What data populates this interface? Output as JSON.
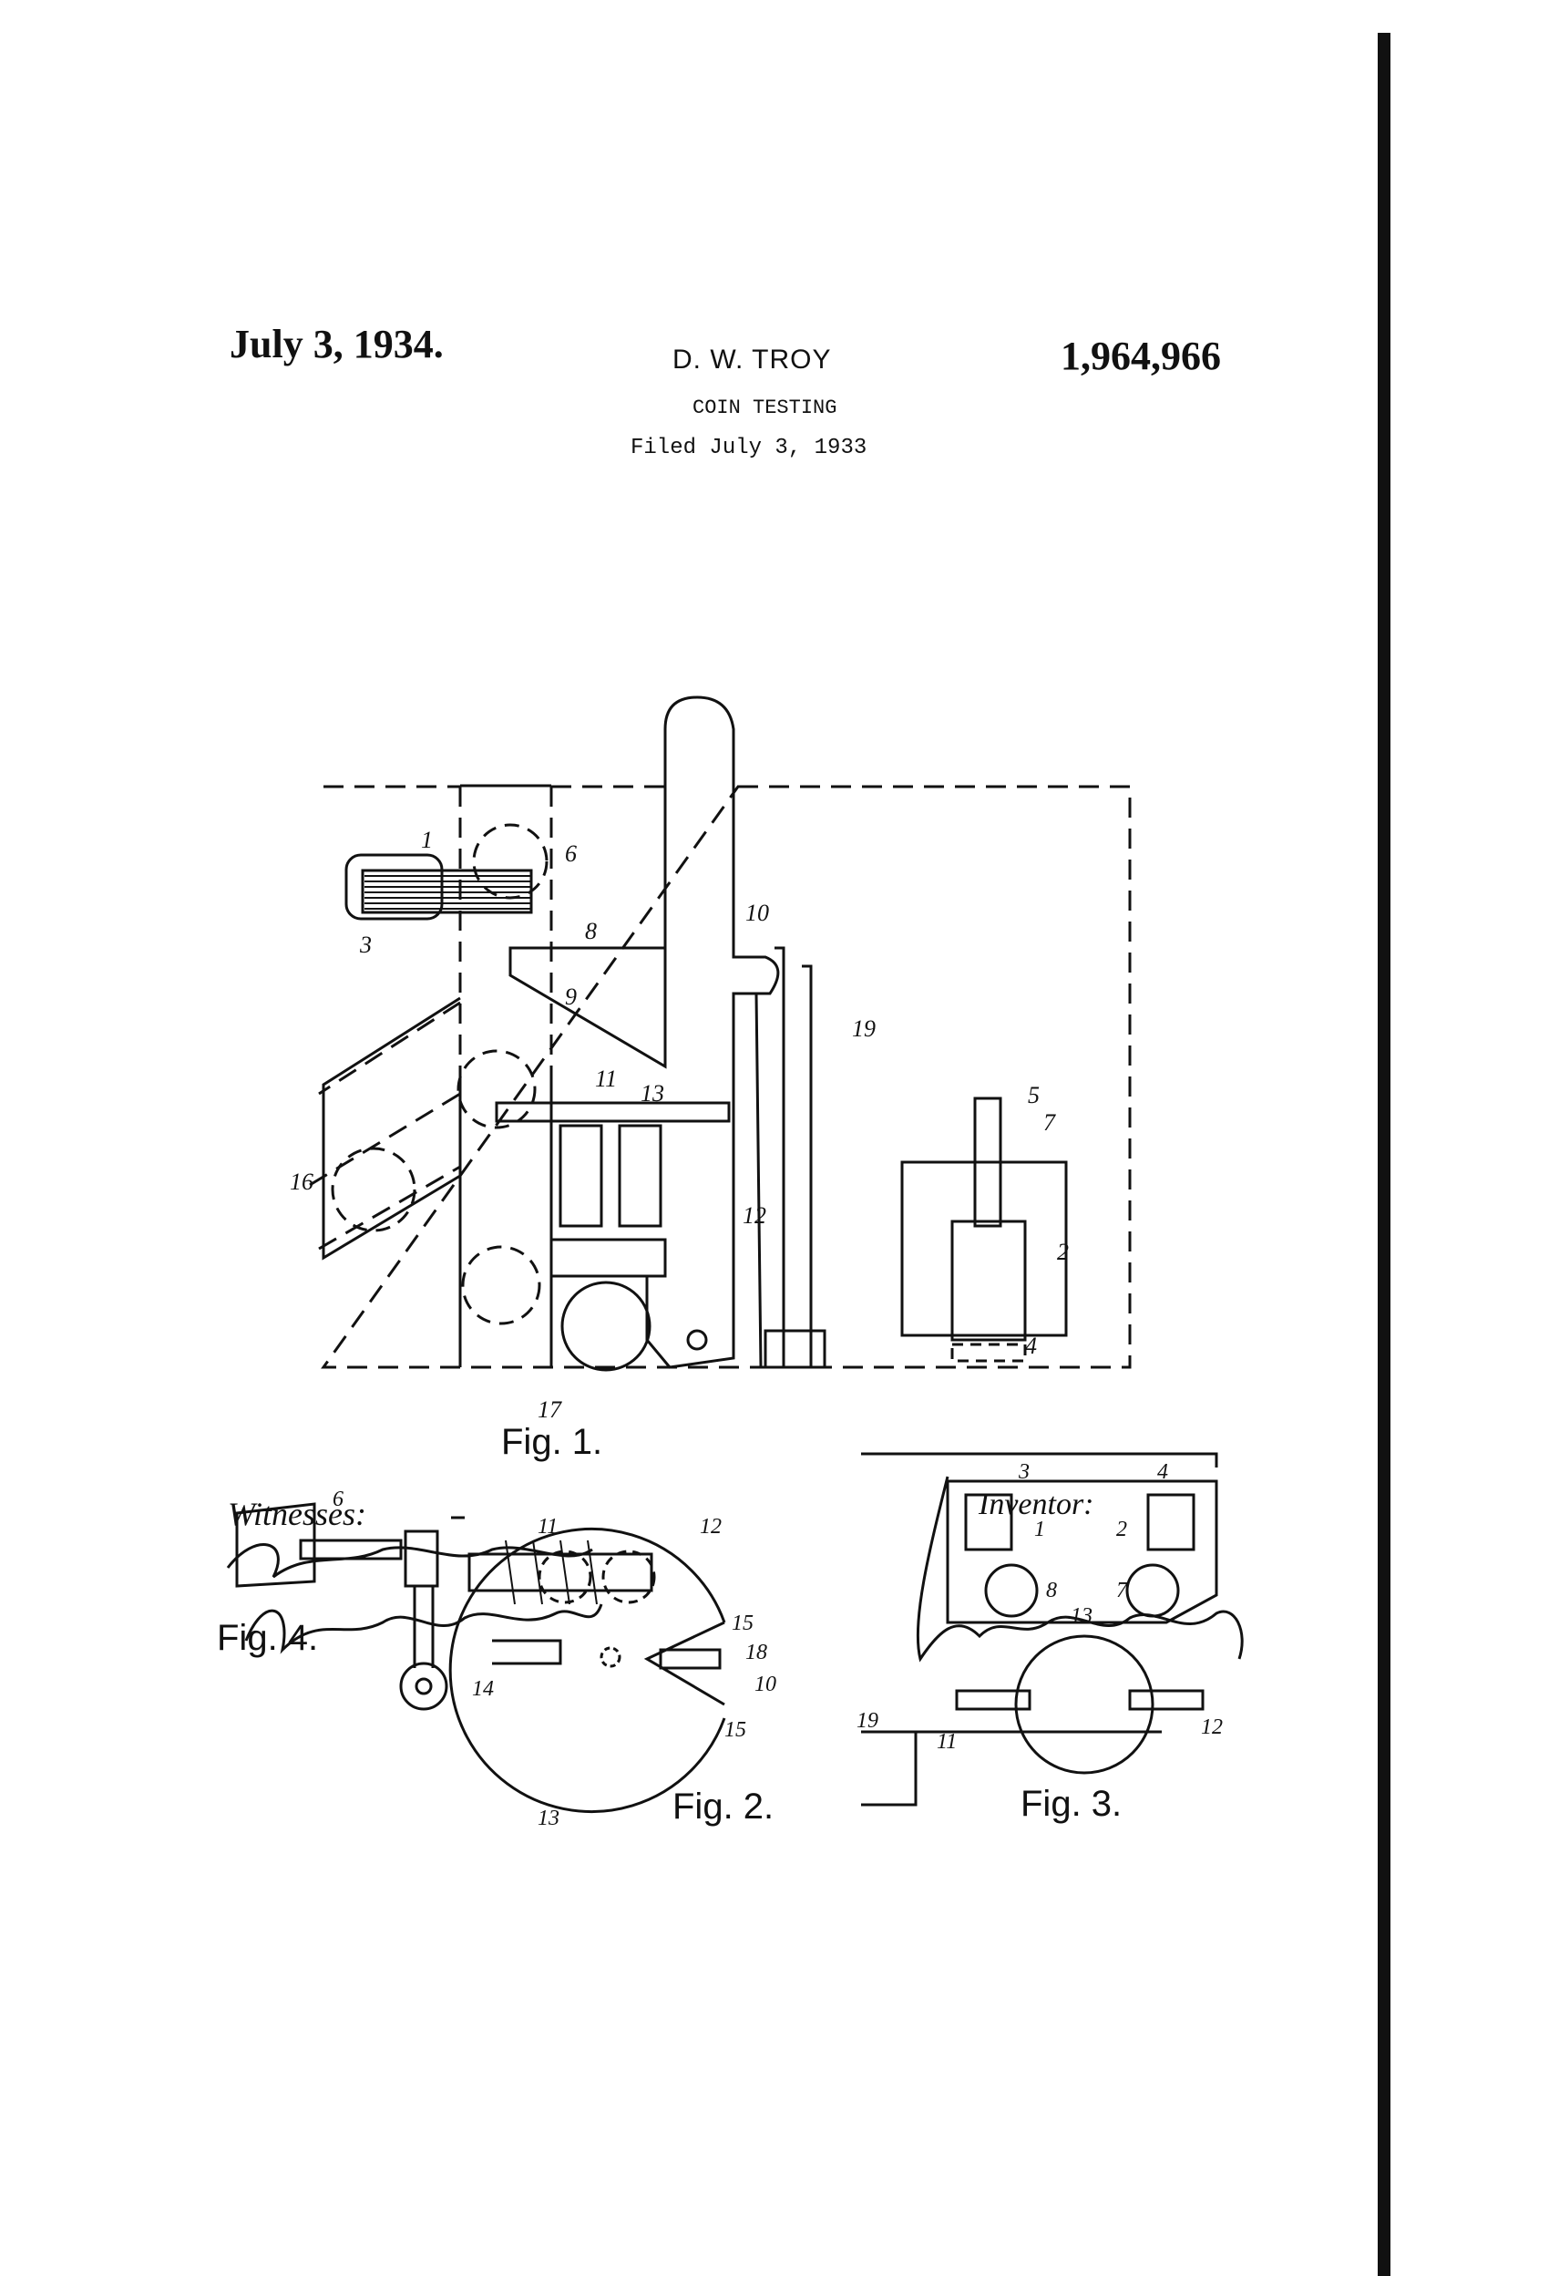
{
  "header": {
    "date": "July 3, 1934.",
    "inventor_name": "D. W. TROY",
    "patent_number": "1,964,966",
    "title": "COIN TESTING",
    "filed": "Filed July 3, 1933"
  },
  "figures": {
    "fig1_label": "Fig. 1.",
    "fig2_label": "Fig. 2.",
    "fig3_label": "Fig. 3.",
    "fig4_label": "Fig. 4."
  },
  "reference_numerals": {
    "fig1": [
      "1",
      "2",
      "3",
      "4",
      "5",
      "6",
      "7",
      "8",
      "9",
      "10",
      "11",
      "12",
      "13",
      "16",
      "17",
      "19"
    ],
    "fig2": [
      "10",
      "11",
      "12",
      "13",
      "14",
      "15",
      "15",
      "18"
    ],
    "fig3": [
      "1",
      "2",
      "3",
      "4",
      "7",
      "8",
      "11",
      "12",
      "13",
      "19"
    ],
    "fig4": [
      "6"
    ]
  },
  "footer": {
    "witnesses_label": "Witnesses:",
    "inventor_label": "Inventor:"
  },
  "colors": {
    "ink": "#111111",
    "paper": "#ffffff"
  }
}
